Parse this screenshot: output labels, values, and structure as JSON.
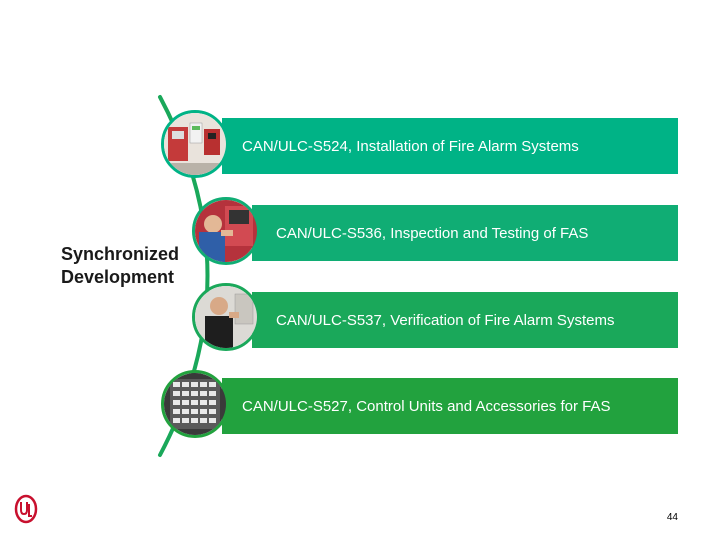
{
  "side_title": {
    "line1": "Synchronized",
    "line2": "Development"
  },
  "standards": [
    {
      "label": "CAN/ULC-S524, Installation of Fire Alarm Systems"
    },
    {
      "label": "CAN/ULC-S536, Inspection and Testing of FAS"
    },
    {
      "label": "CAN/ULC-S537, Verification of Fire Alarm Systems"
    },
    {
      "label": "CAN/ULC-S527, Control Units and Accessories for FAS"
    }
  ],
  "page_number": "44",
  "colors": {
    "bar1": "#00b386",
    "bar2": "#10ad74",
    "bar3": "#1aa85a",
    "bar4": "#22a23e",
    "logo": "#c8102e"
  },
  "icons": {
    "logo": "ul-logo-icon"
  }
}
